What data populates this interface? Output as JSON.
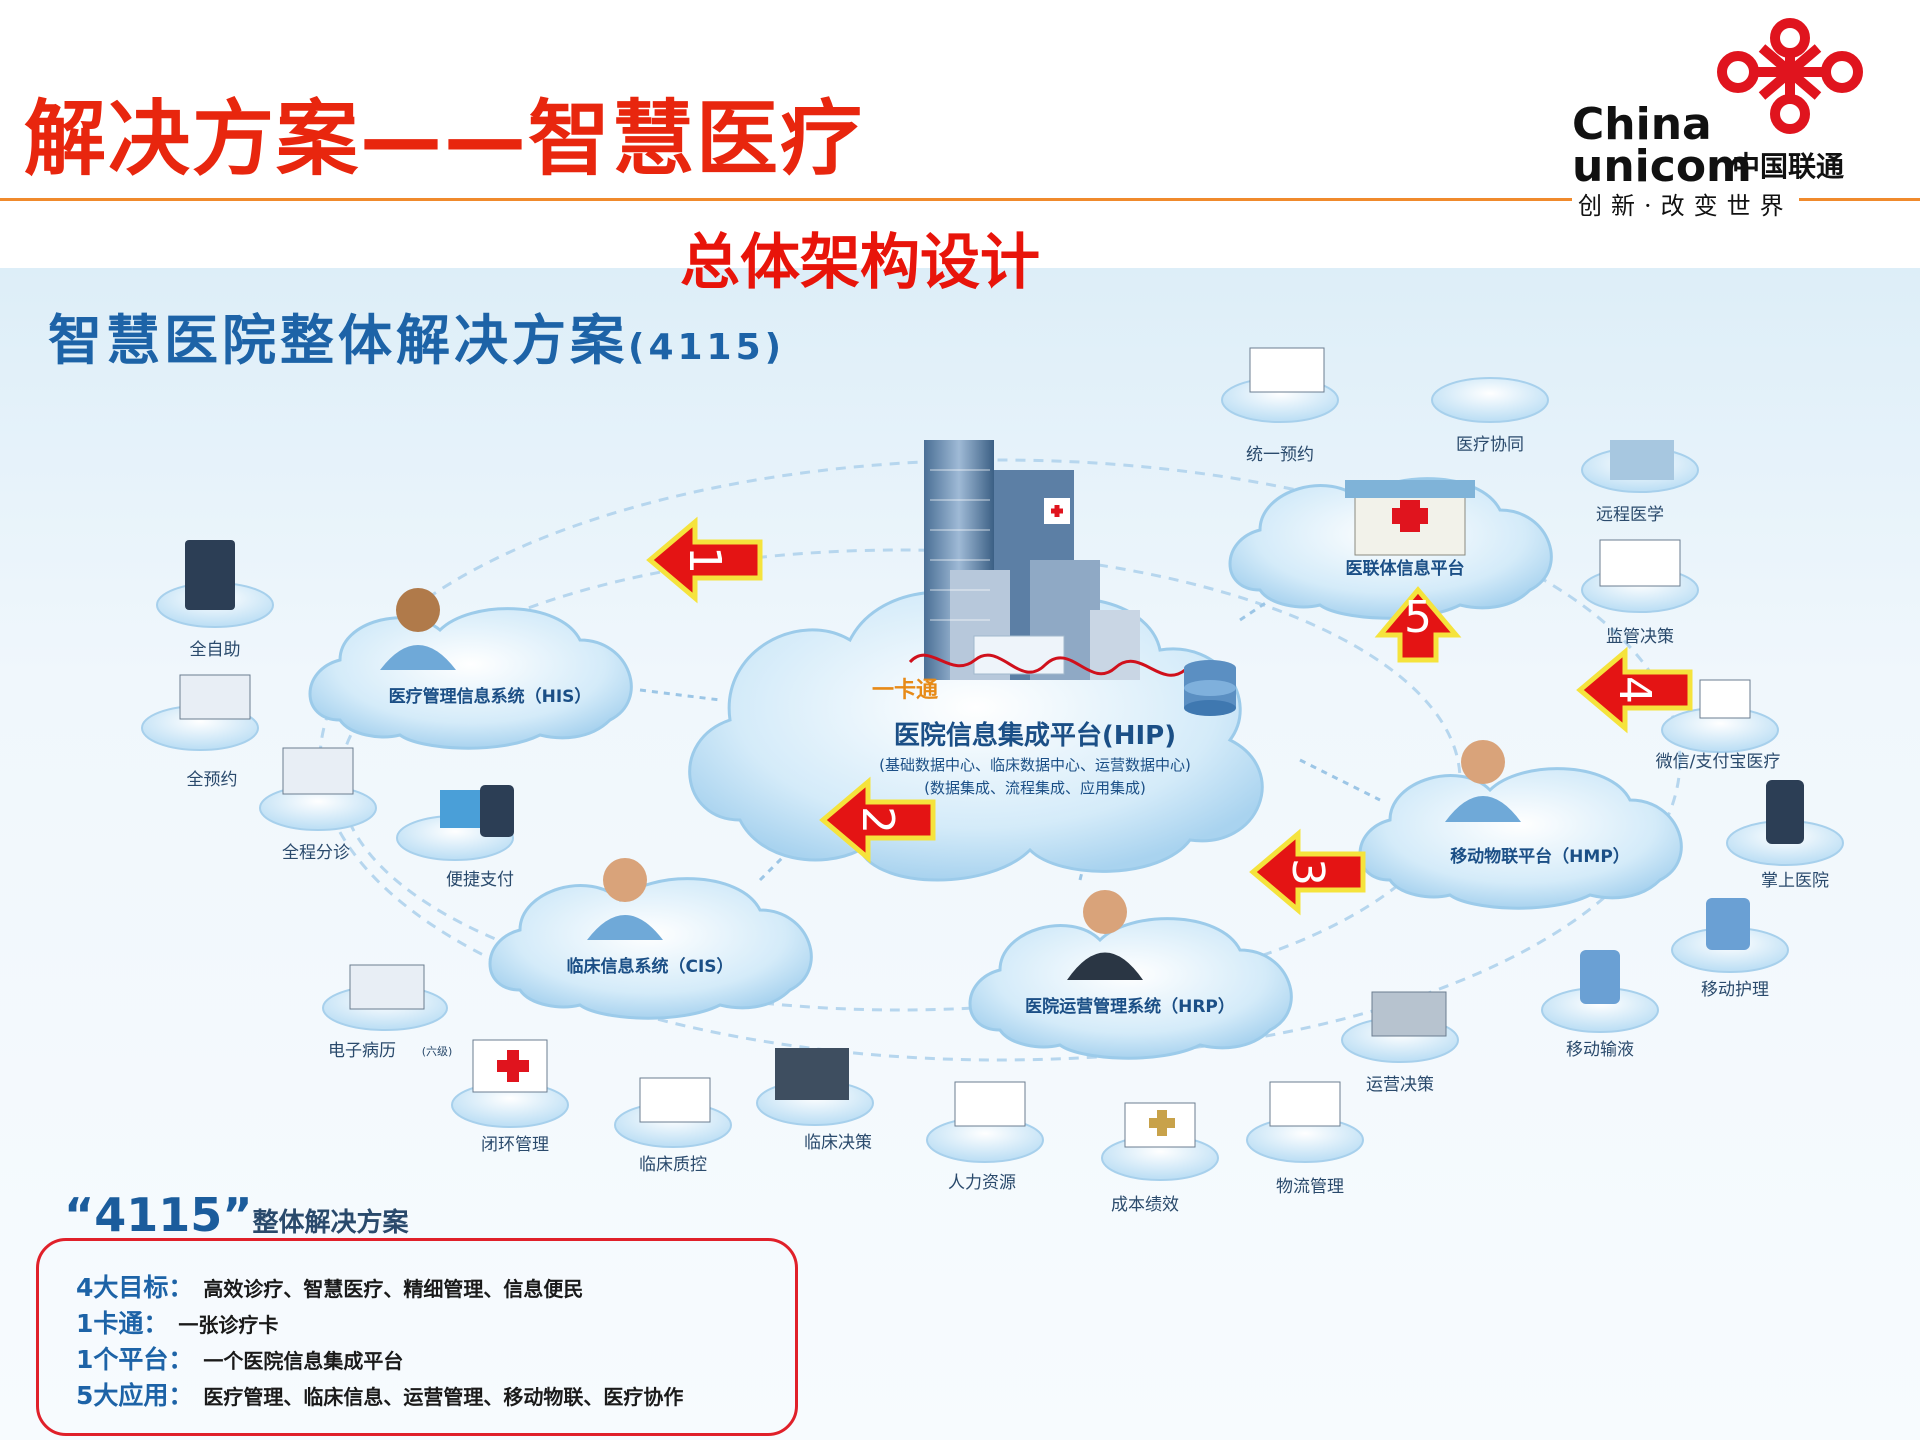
{
  "header": {
    "title": "解决方案——智慧医疗",
    "logo_en": "China\nunicom",
    "logo_cn": "中国联通",
    "slogan": "创新·改变世界",
    "subtitle": "总体架构设计"
  },
  "diagram": {
    "heading": "智慧医院整体解决方案",
    "heading_code": "(4115)",
    "center": {
      "card": "一卡通",
      "title": "医院信息集成平台(HIP)",
      "line1": "(基础数据中心、临床数据中心、运营数据中心)",
      "line2": "(数据集成、流程集成、应用集成)"
    },
    "systems": {
      "his": "医疗管理信息系统（HIS）",
      "cis": "临床信息系统（CIS）",
      "hrp": "医院运营管理系统（HRP）",
      "hmp": "移动物联平台（HMP）",
      "union": "医联体信息平台"
    },
    "apps": {
      "his": [
        "全自助",
        "全预约",
        "全程分诊",
        "便捷支付"
      ],
      "cis": [
        "电子病历",
        "闭环管理",
        "临床质控",
        "临床决策"
      ],
      "cis_emr_note": "(六级)",
      "hrp": [
        "人力资源",
        "成本绩效",
        "物流管理",
        "运营决策"
      ],
      "hmp": [
        "微信/支付宝医疗",
        "掌上医院",
        "移动护理",
        "移动输液"
      ],
      "union": [
        "统一预约",
        "医疗协同",
        "远程医学",
        "监管决策"
      ]
    },
    "arrows": [
      "1",
      "2",
      "3",
      "4",
      "5"
    ]
  },
  "summary": {
    "title": "“4115”",
    "title_suffix": "整体解决方案",
    "rows": [
      {
        "key": "4大目标：",
        "value": "高效诊疗、智慧医疗、精细管理、信息便民"
      },
      {
        "key": "1卡通：",
        "value": "一张诊疗卡"
      },
      {
        "key": "1个平台：",
        "value": "一个医院信息集成平台"
      },
      {
        "key": "5大应用：",
        "value": "医疗管理、临床信息、运营管理、移动物联、医疗协作"
      }
    ]
  },
  "colors": {
    "accent_red": "#e8260e",
    "brand_orange": "#f08a2c",
    "heading_blue": "#1d63a7",
    "cloud_blue": "#c6e4f6"
  }
}
